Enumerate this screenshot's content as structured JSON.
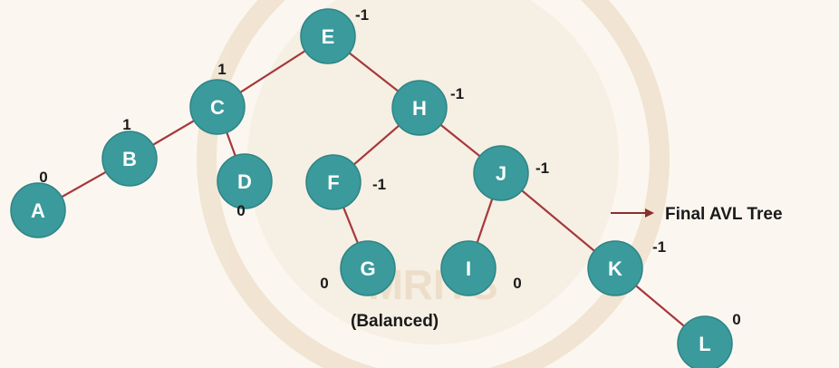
{
  "diagram": {
    "nodes": [
      {
        "id": "E",
        "label": "E",
        "bf": "-1"
      },
      {
        "id": "C",
        "label": "C",
        "bf": "1"
      },
      {
        "id": "H",
        "label": "H",
        "bf": "-1"
      },
      {
        "id": "B",
        "label": "B",
        "bf": "1"
      },
      {
        "id": "D",
        "label": "D",
        "bf": "0"
      },
      {
        "id": "A",
        "label": "A",
        "bf": "0"
      },
      {
        "id": "F",
        "label": "F",
        "bf": "-1"
      },
      {
        "id": "J",
        "label": "J",
        "bf": "-1"
      },
      {
        "id": "G",
        "label": "G",
        "bf": "0"
      },
      {
        "id": "I",
        "label": "I",
        "bf": "0"
      },
      {
        "id": "K",
        "label": "K",
        "bf": "-1"
      },
      {
        "id": "L",
        "label": "L",
        "bf": "0"
      }
    ],
    "edges": [
      [
        "E",
        "C"
      ],
      [
        "E",
        "H"
      ],
      [
        "C",
        "B"
      ],
      [
        "C",
        "D"
      ],
      [
        "B",
        "A"
      ],
      [
        "H",
        "F"
      ],
      [
        "H",
        "J"
      ],
      [
        "F",
        "G"
      ],
      [
        "J",
        "I"
      ],
      [
        "J",
        "K"
      ],
      [
        "K",
        "L"
      ]
    ],
    "pointer_label": "Final AVL Tree",
    "caption": "(Balanced)"
  },
  "colors": {
    "node_fill": "#3a9a9c",
    "edge": "#a5383c",
    "arrow": "#8b2f2f"
  }
}
